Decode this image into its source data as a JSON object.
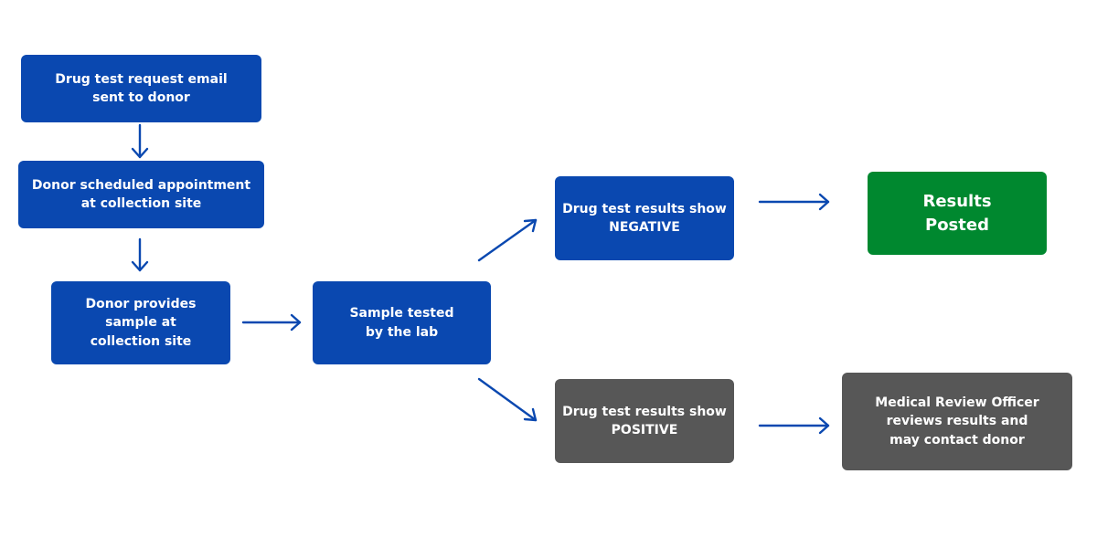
{
  "nodes": {
    "request_email": "Drug test request email\nsent to donor",
    "scheduled_appointment": "Donor scheduled appointment\nat collection site",
    "provides_sample": "Donor provides\nsample at\ncollection site",
    "sample_tested": "Sample tested\nby the lab",
    "results_negative": "Drug test results show\nNEGATIVE",
    "results_positive": "Drug test results show\nPOSITIVE",
    "results_posted": "Results\nPosted",
    "medical_review": "Medical Review Officer\nreviews results and\nmay contact donor"
  },
  "colors": {
    "step_blue": "#0a48b0",
    "positive_gray": "#575757",
    "posted_green": "#00882f",
    "arrow": "#0a48b0"
  }
}
